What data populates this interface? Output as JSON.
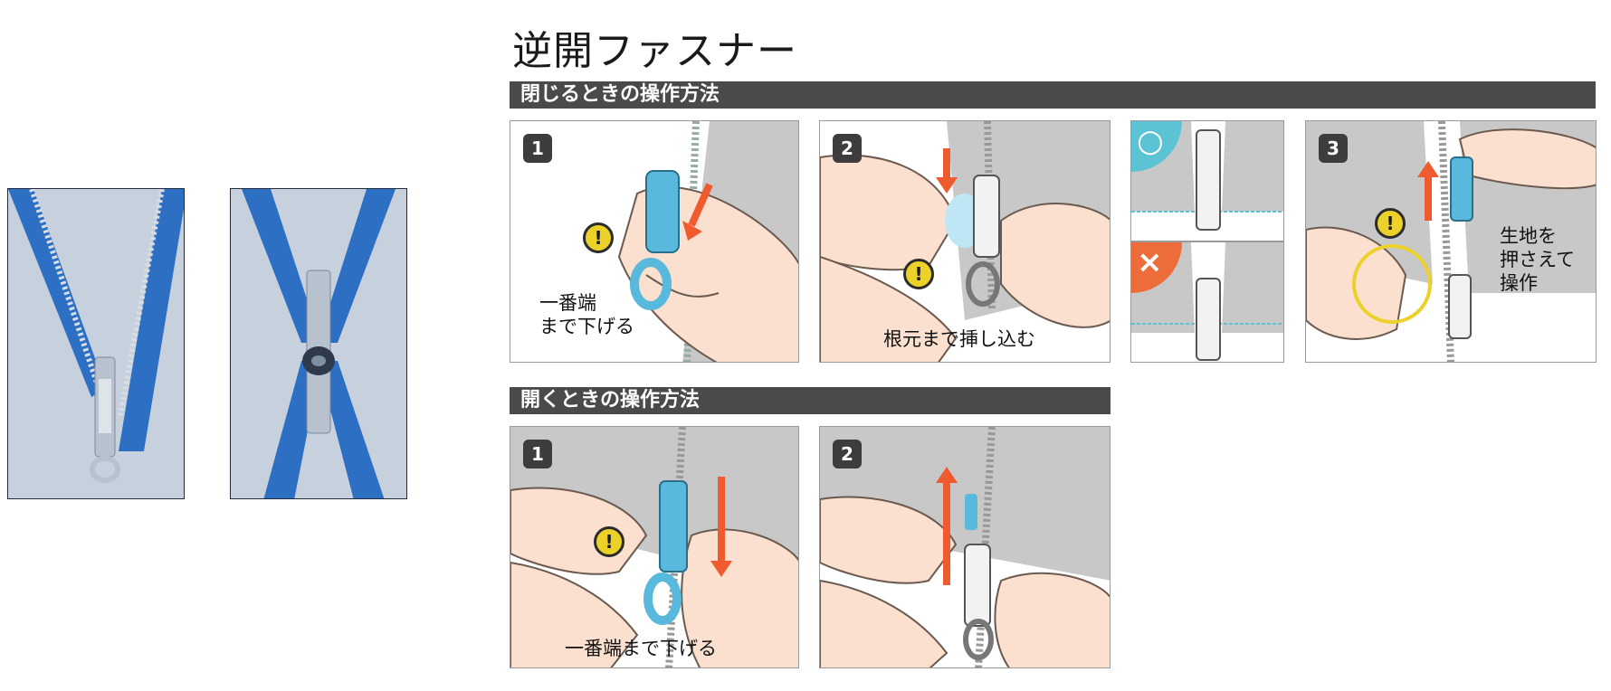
{
  "title": "逆開ファスナー",
  "photos": [
    {
      "name": "zipper-photo-open-single-slider"
    },
    {
      "name": "zipper-photo-reverse-double-slider"
    }
  ],
  "closing": {
    "header": "閉じるときの操作方法",
    "steps": [
      {
        "number": "1",
        "caption": "一番端\nまで下げる"
      },
      {
        "number": "2",
        "caption": "根元まで挿し込む"
      },
      {
        "number": "3",
        "caption": "生地を\n押さえて\n操作"
      }
    ],
    "ok_symbol": "○",
    "ng_symbol": "×"
  },
  "opening": {
    "header": "開くときの操作方法",
    "steps": [
      {
        "number": "1",
        "caption": "一番端まで下げる"
      },
      {
        "number": "2",
        "caption": ""
      }
    ]
  },
  "warning_symbol": "!",
  "colors": {
    "bar": "#4a4a4a",
    "slider": "#58b9dc",
    "arrow": "#ef5a2f",
    "skin": "#fbe0cf",
    "fabric": "#c8c8c8",
    "zipper_tape": "#2d6fc3",
    "ok": "#5cc3d5",
    "ng": "#ee6b3a",
    "warning": "#ecd12a"
  }
}
